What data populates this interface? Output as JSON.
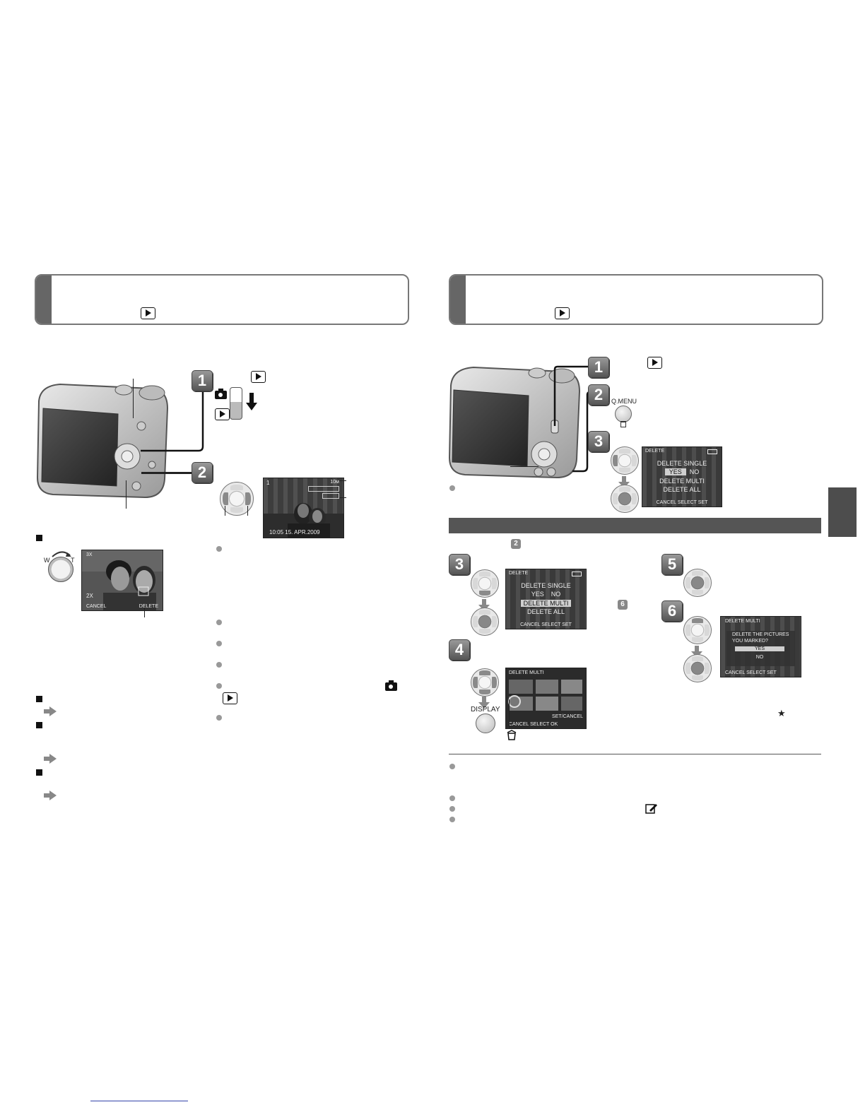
{
  "left_panel": {
    "header": {
      "icon": "playback-icon"
    },
    "step1_num": "1",
    "step2_num": "2",
    "playback_lcd": {
      "top_left": "1",
      "top_right": "10м",
      "date": "10:05 15. APR.2009"
    },
    "zoom_lcd": {
      "top": "3X",
      "bottom_left": "2X",
      "cancel": "CANCEL",
      "delete": "DELETE"
    },
    "zoom_lever": {
      "w": "W",
      "t": "T"
    }
  },
  "right_panel": {
    "header": {
      "icon": "playback-icon"
    },
    "top_steps": [
      "1",
      "2",
      "3"
    ],
    "qmenu_label": "Q.MENU",
    "menu_lcd": {
      "title": "DELETE",
      "opt1": "DELETE SINGLE",
      "yes": "YES",
      "no": "NO",
      "opt2": "DELETE MULTI",
      "opt3": "DELETE ALL",
      "footer": "CANCEL SELECT SET"
    },
    "mini_step2": "2",
    "steps_lower": [
      "3",
      "4",
      "5",
      "6"
    ],
    "multi_lcd": {
      "title": "DELETE MULTI",
      "setcancel": "SET/CANCEL",
      "footer": "CANCEL SELECT OK"
    },
    "display_label": "DISPLAY",
    "confirm_lcd": {
      "title": "DELETE MULTI",
      "q1": "DELETE THE PICTURES",
      "q2": "YOU MARKED?",
      "yes": "YES",
      "no": "NO",
      "footer": "CANCEL SELECT SET"
    },
    "mini_step6": "6",
    "star": "★"
  },
  "colors": {
    "accent_gray": "#666666",
    "bar_dark": "#555555",
    "tab_dark": "#4d4d4d"
  }
}
